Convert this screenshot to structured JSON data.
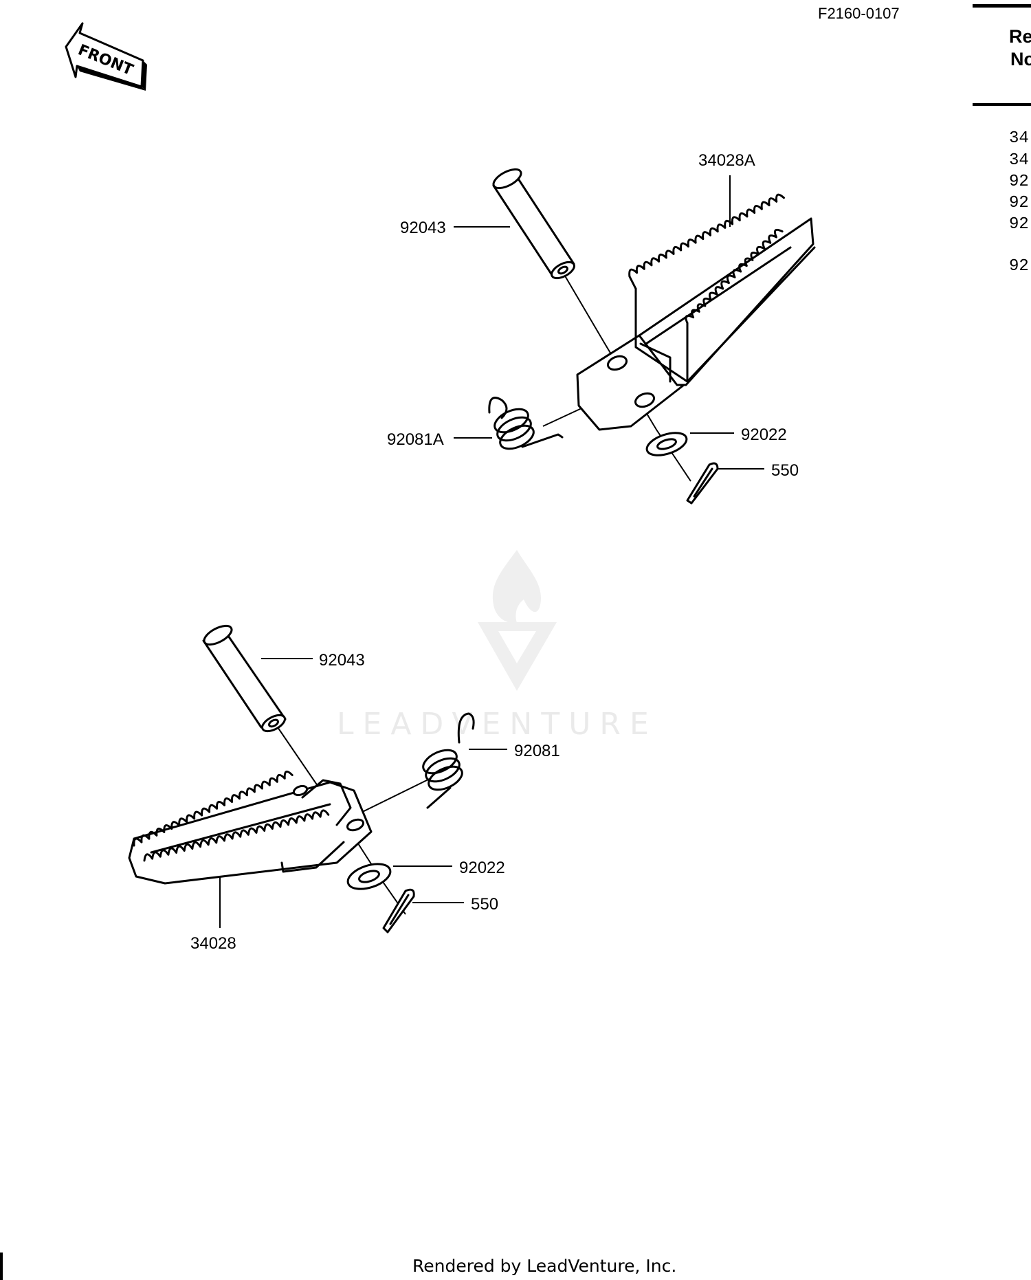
{
  "doc_id": "F2160-0107",
  "front_badge": "FRONT",
  "ref_header": {
    "line1": "Re",
    "line2": "No"
  },
  "ref_column": [
    "34",
    "34",
    "92",
    "92",
    "92",
    "92"
  ],
  "upper_assembly": {
    "footpeg": "34028A",
    "pin": "92043",
    "spring": "92081A",
    "washer": "92022",
    "cotter_pin": "550"
  },
  "lower_assembly": {
    "footpeg": "34028",
    "pin": "92043",
    "spring": "92081",
    "washer": "92022",
    "cotter_pin": "550"
  },
  "watermark": "LEADVENTURE",
  "footer": "Rendered by LeadVenture, Inc."
}
